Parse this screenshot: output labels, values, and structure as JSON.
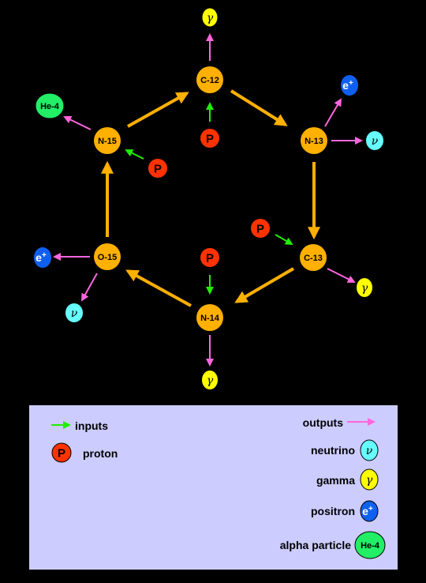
{
  "nuclei": {
    "c12": "C-12",
    "n13": "N-13",
    "c13": "C-13",
    "n14": "N-14",
    "o15": "O-15",
    "n15": "N-15"
  },
  "particles": {
    "proton": "P",
    "gamma": "γ",
    "neutrino": "ν",
    "positron_base": "e",
    "positron_sup": "+",
    "alpha": "He-4"
  },
  "legend": {
    "inputs": "inputs",
    "outputs": "outputs",
    "proton": "proton",
    "neutrino": "neutrino",
    "gamma": "gamma",
    "positron": "positron",
    "alpha": "alpha particle"
  },
  "colors": {
    "background": "#000000",
    "nucleus": "#ffb000",
    "proton": "#ff3300",
    "gamma": "#ffff00",
    "neutrino": "#66ffff",
    "positron": "#1060f0",
    "alpha": "#22ee66",
    "cycle_arrow": "#ffb000",
    "input_arrow": "#22ee00",
    "output_arrow": "#ff66dd",
    "legend_bg": "#ccccff"
  }
}
